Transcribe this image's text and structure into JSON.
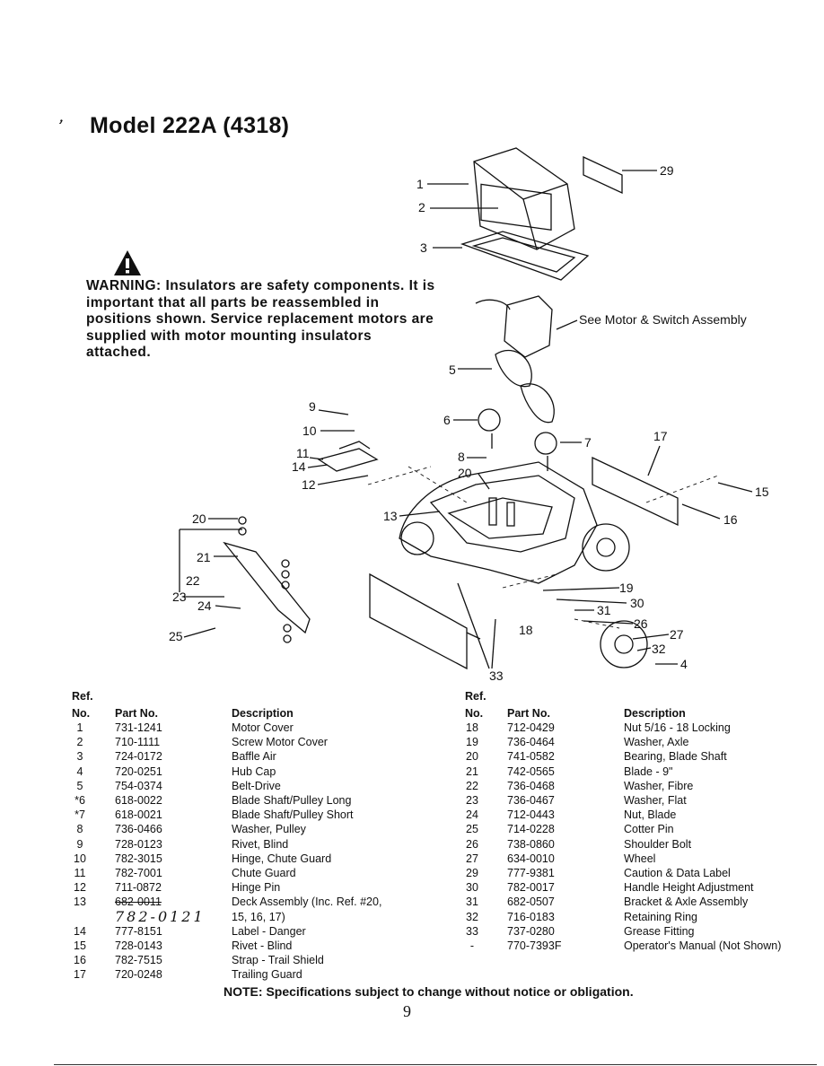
{
  "title": "Model 222A (4318)",
  "warning": {
    "icon": "warning-triangle-icon",
    "lead": "WARNING:",
    "text": " Insulators are safety components. It is important that all parts be reassembled in positions shown. Service replacement motors are supplied with motor mounting insulators attached."
  },
  "diagram": {
    "note_motor": "See Motor & Switch Assembly",
    "callouts": [
      "1",
      "2",
      "3",
      "29",
      "5",
      "9",
      "10",
      "6",
      "8",
      "7",
      "17",
      "11",
      "14",
      "12",
      "20",
      "15",
      "16",
      "20",
      "13",
      "21",
      "22",
      "23",
      "24",
      "25",
      "19",
      "30",
      "31",
      "26",
      "18",
      "27",
      "32",
      "4",
      "33"
    ]
  },
  "table": {
    "headers": {
      "ref": "Ref.",
      "no": "No.",
      "part": "Part No.",
      "desc": "Description"
    },
    "left_rows": [
      {
        "ref": "1",
        "part": "731-1241",
        "desc": "Motor Cover"
      },
      {
        "ref": "2",
        "part": "710-1111",
        "desc": "Screw Motor Cover"
      },
      {
        "ref": "3",
        "part": "724-0172",
        "desc": "Baffle Air"
      },
      {
        "ref": "4",
        "part": "720-0251",
        "desc": "Hub Cap"
      },
      {
        "ref": "5",
        "part": "754-0374",
        "desc": "Belt-Drive"
      },
      {
        "ref": "*6",
        "part": "618-0022",
        "desc": "Blade Shaft/Pulley Long"
      },
      {
        "ref": "*7",
        "part": "618-0021",
        "desc": "Blade Shaft/Pulley Short"
      },
      {
        "ref": "8",
        "part": "736-0466",
        "desc": "Washer, Pulley"
      },
      {
        "ref": "9",
        "part": "728-0123",
        "desc": "Rivet, Blind"
      },
      {
        "ref": "10",
        "part": "782-3015",
        "desc": "Hinge, Chute Guard"
      },
      {
        "ref": "11",
        "part": "782-7001",
        "desc": "Chute Guard"
      },
      {
        "ref": "12",
        "part": "711-0872",
        "desc": "Hinge Pin"
      },
      {
        "ref": "13",
        "part": "682-0011",
        "desc": "Deck Assembly (Inc. Ref. #20,"
      },
      {
        "ref": "",
        "part": "",
        "desc": "15, 16, 17)"
      },
      {
        "ref": "14",
        "part": "777-8151",
        "desc": "Label - Danger"
      },
      {
        "ref": "15",
        "part": "728-0143",
        "desc": "Rivet - Blind"
      },
      {
        "ref": "16",
        "part": "782-7515",
        "desc": "Strap - Trail Shield"
      },
      {
        "ref": "17",
        "part": "720-0248",
        "desc": "Trailing Guard"
      }
    ],
    "handwritten_part": "782-0121",
    "right_rows": [
      {
        "ref": "18",
        "part": "712-0429",
        "desc": "Nut 5/16 - 18 Locking"
      },
      {
        "ref": "19",
        "part": "736-0464",
        "desc": "Washer, Axle"
      },
      {
        "ref": "20",
        "part": "741-0582",
        "desc": "Bearing, Blade Shaft"
      },
      {
        "ref": "21",
        "part": "742-0565",
        "desc": "Blade - 9\""
      },
      {
        "ref": "22",
        "part": "736-0468",
        "desc": "Washer, Fibre"
      },
      {
        "ref": "23",
        "part": "736-0467",
        "desc": "Washer, Flat"
      },
      {
        "ref": "24",
        "part": "712-0443",
        "desc": "Nut, Blade"
      },
      {
        "ref": "25",
        "part": "714-0228",
        "desc": "Cotter Pin"
      },
      {
        "ref": "26",
        "part": "738-0860",
        "desc": "Shoulder Bolt"
      },
      {
        "ref": "27",
        "part": "634-0010",
        "desc": "Wheel"
      },
      {
        "ref": "29",
        "part": "777-9381",
        "desc": "Caution & Data Label"
      },
      {
        "ref": "30",
        "part": "782-0017",
        "desc": "Handle Height Adjustment"
      },
      {
        "ref": "31",
        "part": "682-0507",
        "desc": "Bracket & Axle Assembly"
      },
      {
        "ref": "32",
        "part": "716-0183",
        "desc": "Retaining Ring"
      },
      {
        "ref": "33",
        "part": "737-0280",
        "desc": "Grease Fitting"
      },
      {
        "ref": "-",
        "part": "770-7393F",
        "desc": "Operator's Manual (Not Shown)"
      }
    ]
  },
  "note": "NOTE: Specifications subject to change without notice or obligation.",
  "page_number": "9"
}
